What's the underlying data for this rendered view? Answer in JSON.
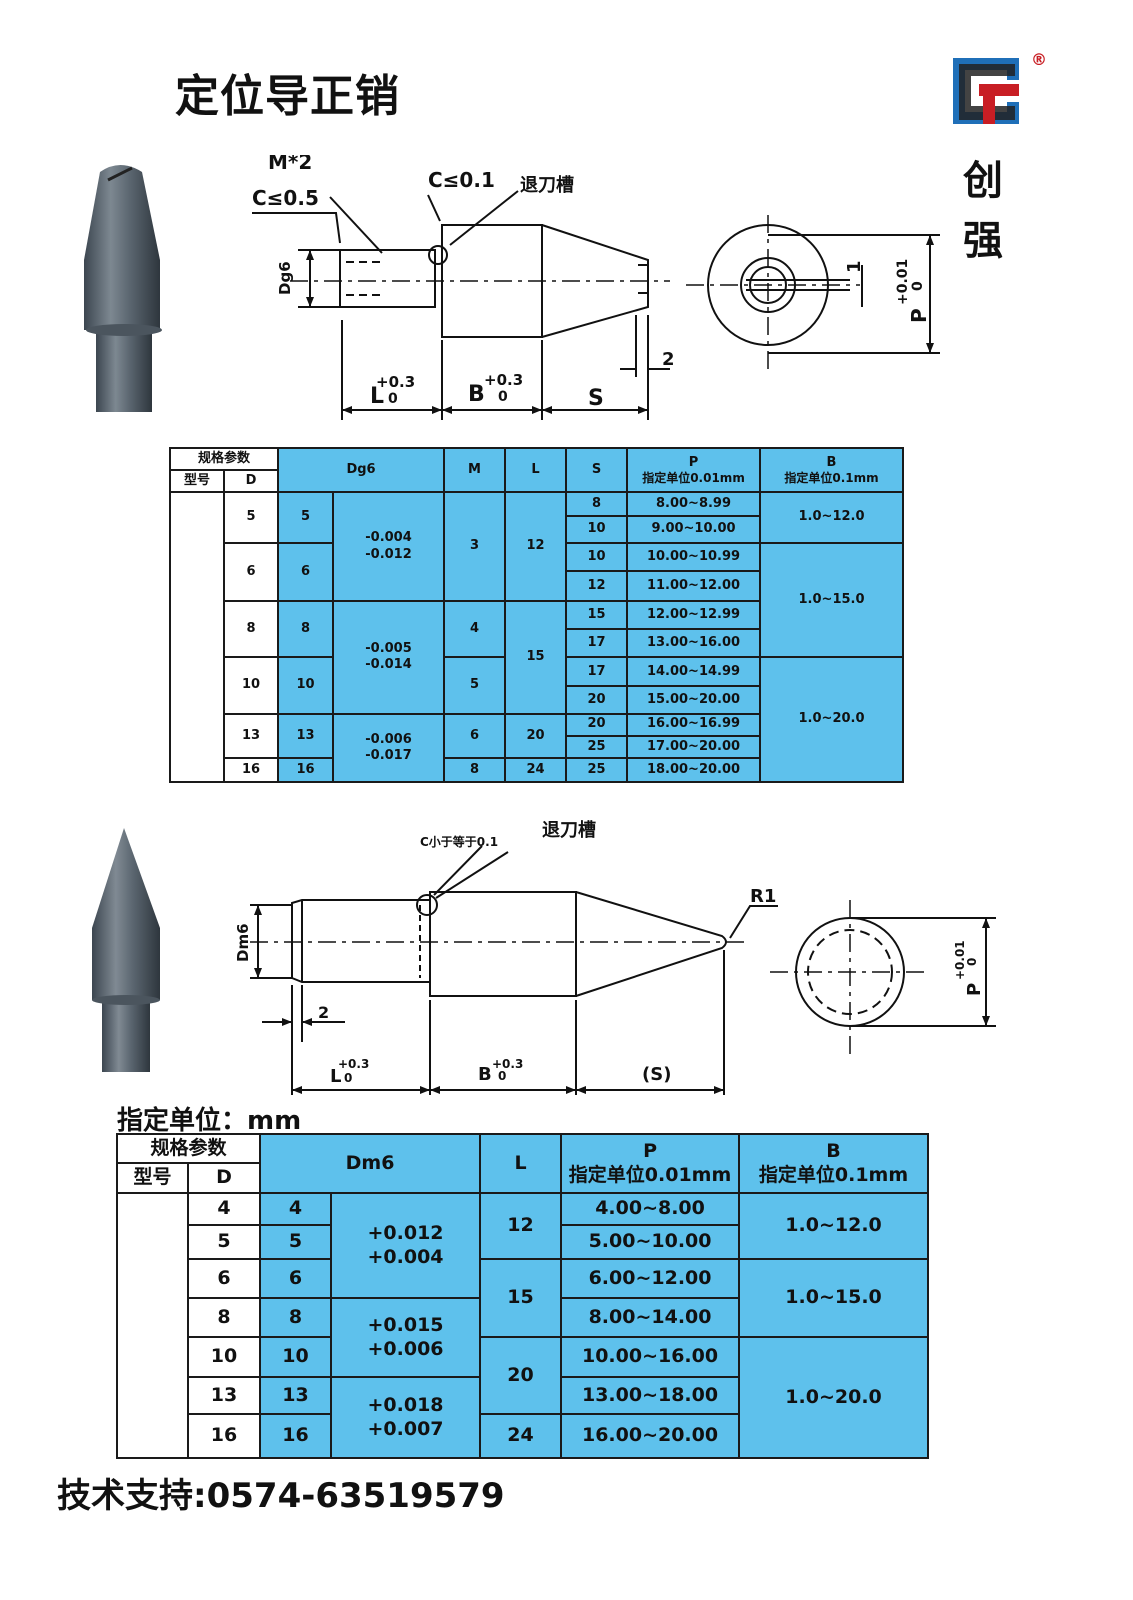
{
  "header": {
    "title": "定位导正销"
  },
  "logo": {
    "reg_mark": "®",
    "line1": "创",
    "line2": "强",
    "colors": {
      "blue": "#1f6fb8",
      "red": "#c81e24",
      "black": "#222222"
    }
  },
  "drawing1": {
    "labels": {
      "m2": "M*2",
      "c05": "C≤0.5",
      "c01": "C≤0.1",
      "groove": "退刀槽",
      "dg6": "Dg6",
      "one": "1",
      "p": "P",
      "p_tol_up": "+0.01",
      "p_tol_lo": "0",
      "two": "2",
      "l": "L",
      "l_tol_up": "+0.3",
      "l_tol_lo": "0",
      "b": "B",
      "b_tol_up": "+0.3",
      "b_tol_lo": "0",
      "s": "S"
    }
  },
  "table1": {
    "header": {
      "spec": "规格参数",
      "type": "型号",
      "d": "D",
      "dg6": "Dg6",
      "m": "M",
      "l": "L",
      "s": "S",
      "p": "P",
      "p_unit": "指定单位0.01mm",
      "b": "B",
      "b_unit": "指定单位0.1mm"
    },
    "d": [
      "5",
      "6",
      "8",
      "10",
      "13",
      "16"
    ],
    "dg6": [
      "5",
      "6",
      "8",
      "10",
      "13",
      "16"
    ],
    "tol": [
      [
        "-0.004",
        "-0.012"
      ],
      [
        "-0.005",
        "-0.014"
      ],
      [
        "-0.006",
        "-0.017"
      ]
    ],
    "m": [
      "3",
      "4",
      "5",
      "6",
      "8"
    ],
    "l": [
      "12",
      "15",
      "20",
      "24"
    ],
    "s": [
      "8",
      "10",
      "10",
      "12",
      "15",
      "17",
      "17",
      "20",
      "20",
      "25",
      "25"
    ],
    "p": [
      "8.00~8.99",
      "9.00~10.00",
      "10.00~10.99",
      "11.00~12.00",
      "12.00~12.99",
      "13.00~16.00",
      "14.00~14.99",
      "15.00~20.00",
      "16.00~16.99",
      "17.00~20.00",
      "18.00~20.00"
    ],
    "b": [
      "1.0~12.0",
      "1.0~15.0",
      "1.0~20.0"
    ]
  },
  "drawing2": {
    "labels": {
      "c01": "C小于等于0.1",
      "groove": "退刀槽",
      "r1": "R1",
      "dm6": "Dm6",
      "two": "2",
      "p": "P",
      "p_tol_up": "+0.01",
      "p_tol_lo": "0",
      "l": "L",
      "l_tol_up": "+0.3",
      "l_tol_lo": "0",
      "b": "B",
      "b_tol_up": "+0.3",
      "b_tol_lo": "0",
      "s": "(S)"
    }
  },
  "unit_label": "指定单位：mm",
  "table2": {
    "header": {
      "spec": "规格参数",
      "type": "型号",
      "d": "D",
      "dm6": "Dm6",
      "l": "L",
      "p": "P",
      "p_unit": "指定单位0.01mm",
      "b": "B",
      "b_unit": "指定单位0.1mm"
    },
    "d": [
      "4",
      "5",
      "6",
      "8",
      "10",
      "13",
      "16"
    ],
    "dm6": [
      "4",
      "5",
      "6",
      "8",
      "10",
      "13",
      "16"
    ],
    "tol": [
      [
        "+0.012",
        "+0.004"
      ],
      [
        "+0.015",
        "+0.006"
      ],
      [
        "+0.018",
        "+0.007"
      ]
    ],
    "l": [
      "12",
      "15",
      "20",
      "24"
    ],
    "p": [
      "4.00~8.00",
      "5.00~10.00",
      "6.00~12.00",
      "8.00~14.00",
      "10.00~16.00",
      "13.00~18.00",
      "16.00~20.00"
    ],
    "b": [
      "1.0~12.0",
      "1.0~15.0",
      "1.0~20.0"
    ]
  },
  "footer": {
    "support": "技术支持:0574-63519579"
  }
}
